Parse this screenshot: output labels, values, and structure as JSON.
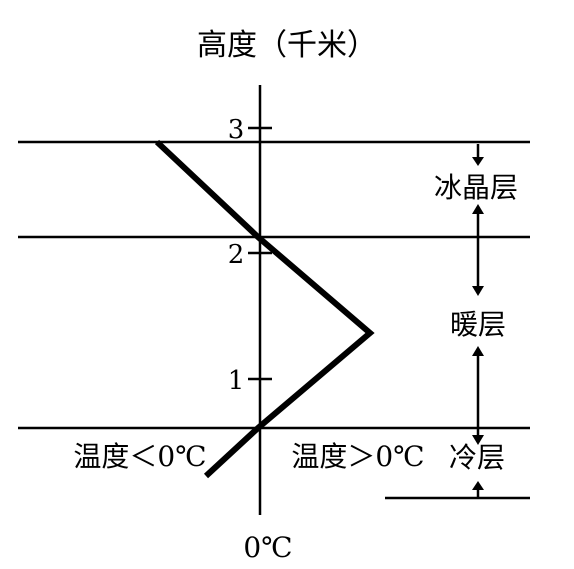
{
  "diagram": {
    "y_axis_title": "高度（千米）",
    "x_axis_zero_label": "0℃",
    "y_ticks": [
      {
        "label": "1",
        "value": 1
      },
      {
        "label": "2",
        "value": 2
      },
      {
        "label": "3",
        "value": 3
      }
    ],
    "layers": {
      "ice": "冰晶层",
      "warm": "暖层",
      "cold": "冷层"
    },
    "temperature_labels": {
      "below_zero": "温度＜0℃",
      "above_zero": "温度＞0℃"
    },
    "colors": {
      "ink": "#000000",
      "background": "#ffffff"
    }
  }
}
